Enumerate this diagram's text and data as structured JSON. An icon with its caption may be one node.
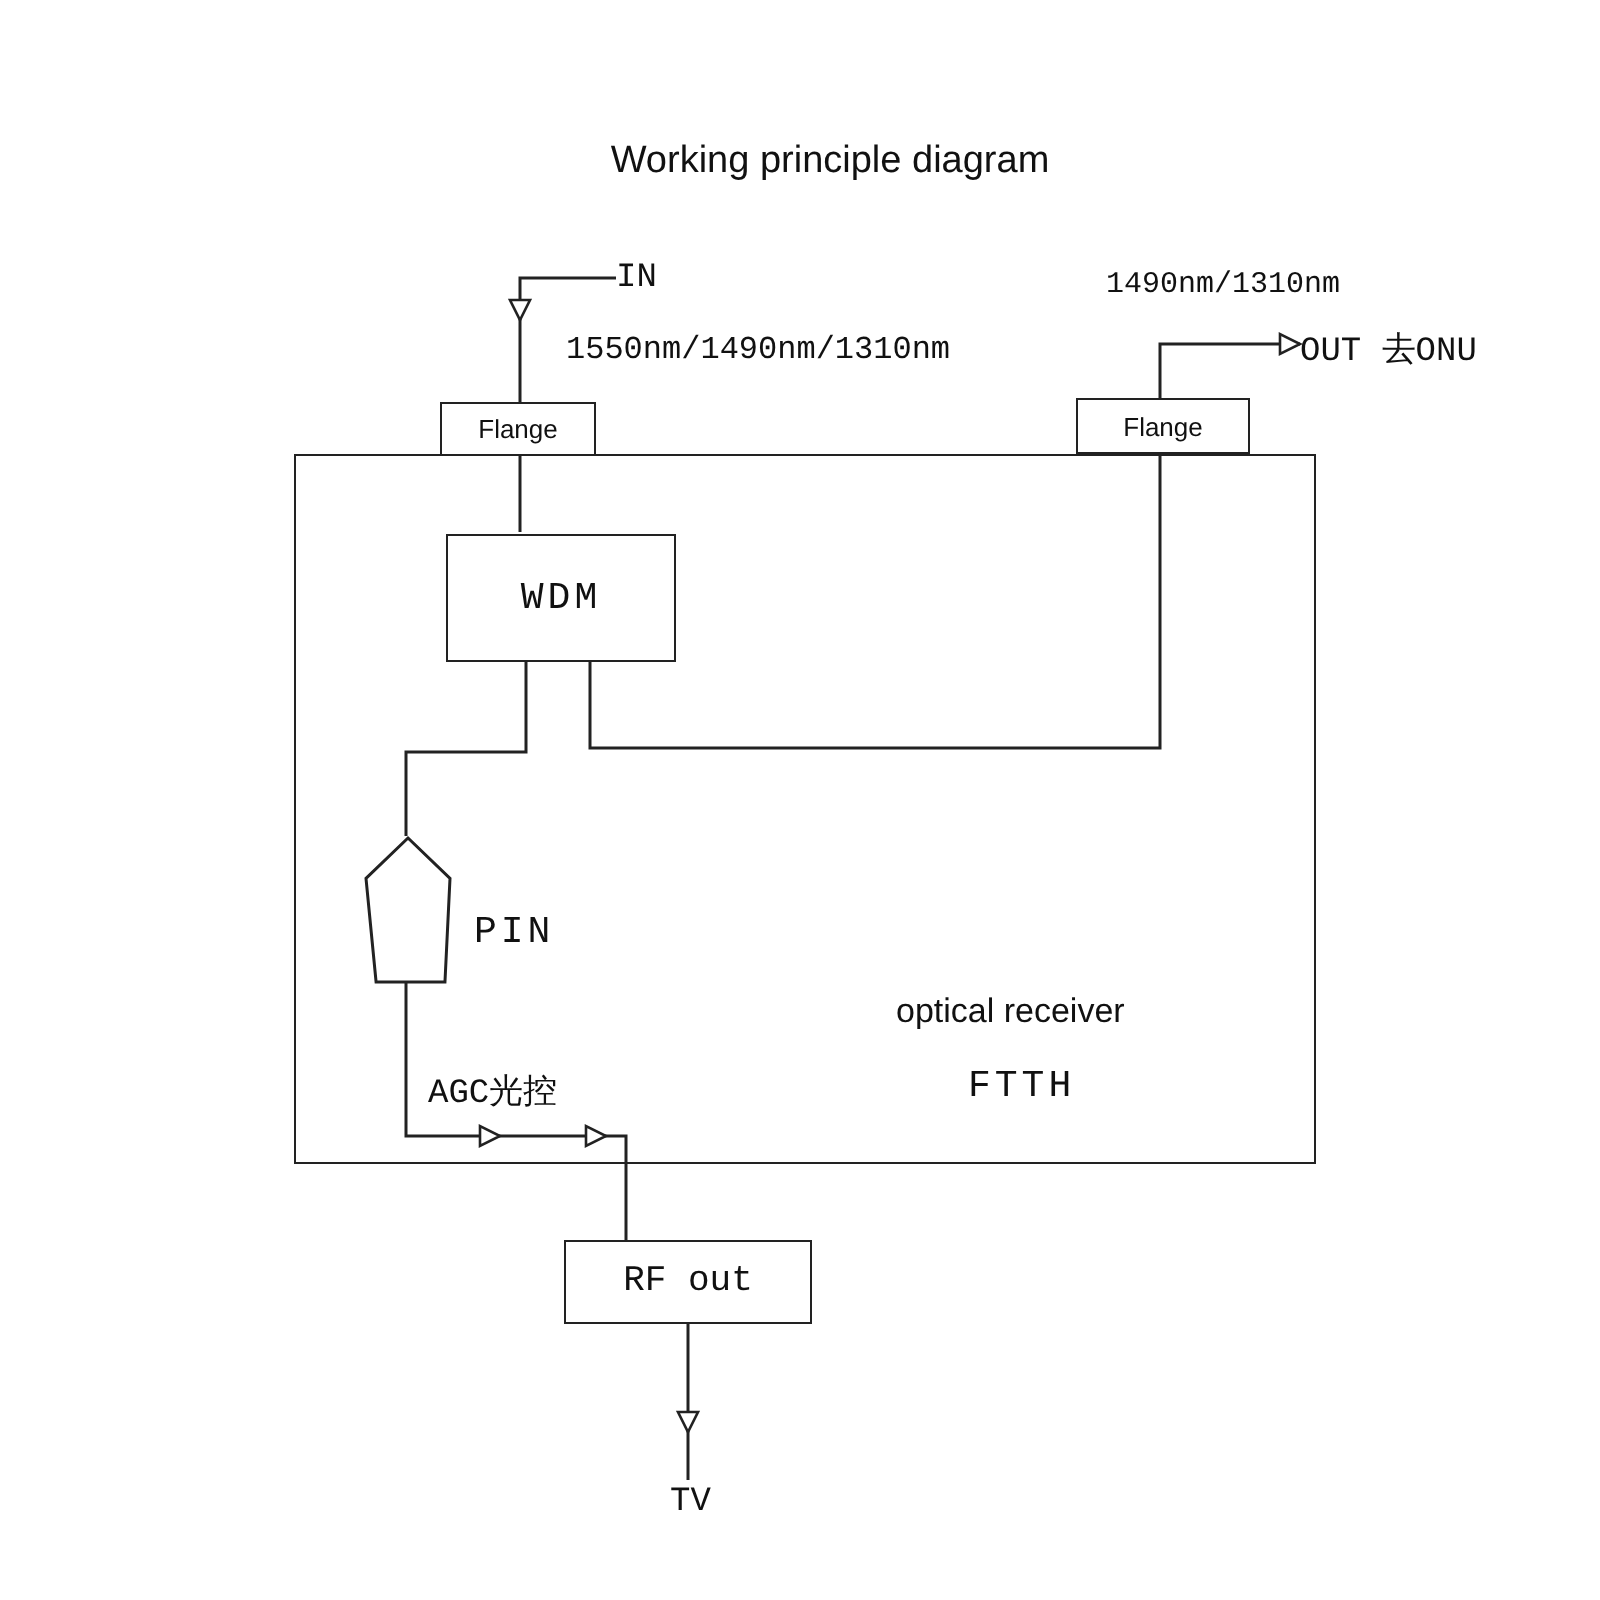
{
  "diagram": {
    "title": "Working principle diagram",
    "nodes": [
      {
        "text": [
          "IN"
        ]
      },
      {
        "text": [
          "Flange"
        ]
      },
      {
        "text": [
          "Flange"
        ]
      },
      {
        "text": [
          "OUT 去ONU"
        ]
      },
      {
        "text": [
          "optical receiver",
          "FTTH"
        ]
      },
      {
        "text": [
          "WDM"
        ],
        "in": 4
      },
      {
        "text": [],
        "shape": "pentagon",
        "beside": [
          "PIN"
        ],
        "in": 4
      },
      {
        "text": [
          "RF out"
        ]
      },
      {
        "text": [
          "TV"
        ]
      }
    ],
    "edges": [
      {
        "from": 0,
        "to": 1,
        "arrow": "to"
      },
      {
        "from": 1,
        "to": 5,
        "arrow": "none"
      },
      {
        "from": 5,
        "to": 6,
        "arrow": "none"
      },
      {
        "from": 5,
        "to": 2,
        "arrow": "none"
      },
      {
        "from": 2,
        "to": 3,
        "arrow": "to"
      },
      {
        "from": 6,
        "to": 7,
        "arrow": "to"
      },
      {
        "from": 7,
        "to": 8,
        "arrow": "to"
      }
    ],
    "labels": [
      "1550nm/1490nm/1310nm",
      "1490nm/1310nm",
      "AGC光控"
    ]
  }
}
